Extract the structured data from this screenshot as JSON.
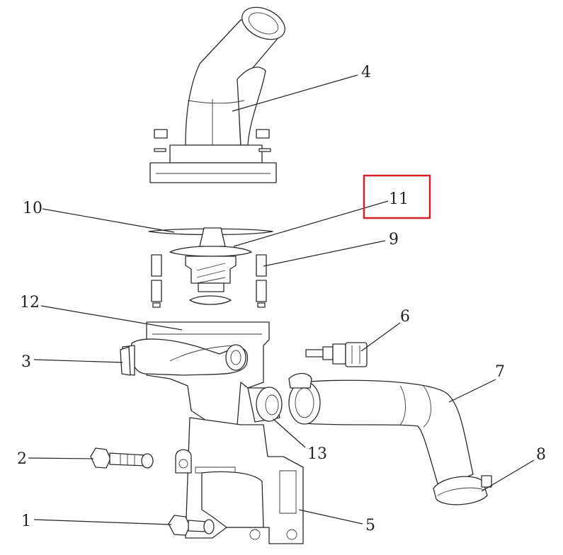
{
  "diagram": {
    "callouts": [
      {
        "id": "c1",
        "text": "1"
      },
      {
        "id": "c2",
        "text": "2"
      },
      {
        "id": "c3",
        "text": "3"
      },
      {
        "id": "c4",
        "text": "4"
      },
      {
        "id": "c5",
        "text": "5"
      },
      {
        "id": "c6",
        "text": "6"
      },
      {
        "id": "c7",
        "text": "7"
      },
      {
        "id": "c8",
        "text": "8"
      },
      {
        "id": "c9",
        "text": "9"
      },
      {
        "id": "c10",
        "text": "10"
      },
      {
        "id": "c11",
        "text": "11"
      },
      {
        "id": "c12",
        "text": "12"
      },
      {
        "id": "c13",
        "text": "13"
      }
    ],
    "highlight": {
      "callout": "11",
      "color": "#d9202a"
    },
    "line_color": "#2a2a2a"
  }
}
